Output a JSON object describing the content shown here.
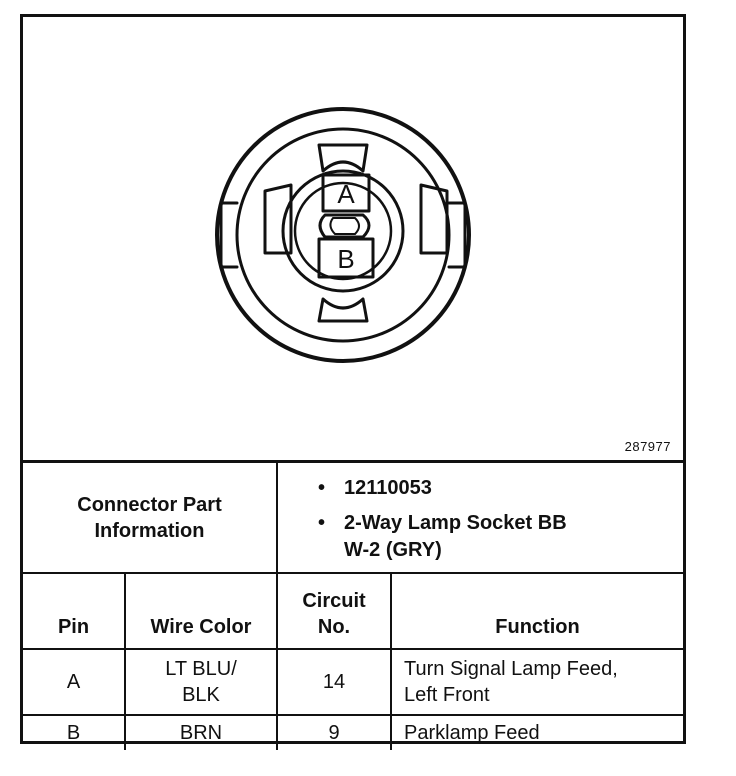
{
  "diagram": {
    "pin_a_label": "A",
    "pin_b_label": "B",
    "reference_number": "287977"
  },
  "connector_info": {
    "title_line1": "Connector Part",
    "title_line2": "Information",
    "items": [
      {
        "line1": "12110053",
        "line2": ""
      },
      {
        "line1": "2-Way Lamp Socket BB",
        "line2": "W-2 (GRY)"
      }
    ]
  },
  "table": {
    "headers": {
      "pin": "Pin",
      "wire_color": "Wire Color",
      "circuit_line1": "Circuit",
      "circuit_line2": "No.",
      "function": "Function"
    },
    "rows": [
      {
        "pin": "A",
        "wire_color_line1": "LT BLU/",
        "wire_color_line2": "BLK",
        "circuit": "14",
        "function_line1": "Turn Signal Lamp Feed,",
        "function_line2": "Left Front"
      },
      {
        "pin": "B",
        "wire_color_line1": "BRN",
        "wire_color_line2": "",
        "circuit": "9",
        "function_line1": "Parklamp Feed",
        "function_line2": ""
      }
    ]
  }
}
